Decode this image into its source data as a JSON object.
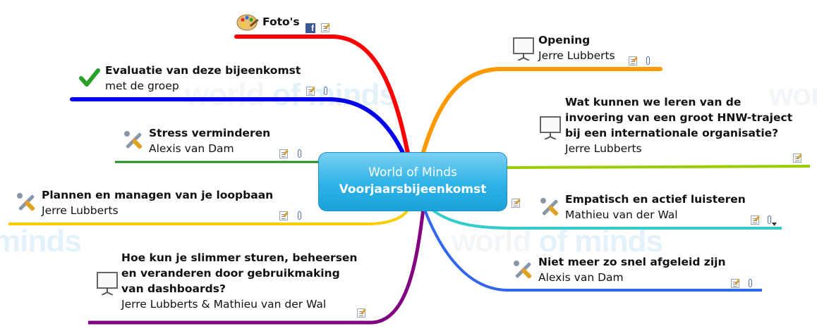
{
  "watermark": {
    "word1": "world",
    "word2": "of",
    "word3": "minds"
  },
  "central": {
    "line1": "World of Minds",
    "line2": "Voorjaarsbijeenkomst"
  },
  "topics": {
    "fotos": {
      "title": "Foto's",
      "icon": "palette-icon"
    },
    "evaluatie": {
      "title": "Evaluatie van deze bijeenkomst",
      "subtitle": "met de groep",
      "icon": "checkmark-icon"
    },
    "stress": {
      "title": "Stress verminderen",
      "subtitle": "Alexis van Dam",
      "icon": "tools-icon"
    },
    "loopbaan": {
      "title": "Plannen en managen van je loopbaan",
      "subtitle": "Jerre Lubberts",
      "icon": "tools-icon"
    },
    "dashboards": {
      "title1": "Hoe kun je slimmer sturen, beheersen",
      "title2": "en veranderen door gebruikmaking",
      "title3": "van dashboards?",
      "subtitle": "Jerre Lubberts & Mathieu van der Wal",
      "icon": "presentation-icon"
    },
    "opening": {
      "title": "Opening",
      "subtitle": "Jerre Lubberts",
      "icon": "presentation-icon"
    },
    "hnw": {
      "title1": "Wat kunnen we leren van de",
      "title2": "invoering van een groot HNW-traject",
      "title3": "bij een internationale organisatie?",
      "subtitle": "Jerre Lubberts",
      "icon": "presentation-icon"
    },
    "luisteren": {
      "title": "Empatisch en actief luisteren",
      "subtitle": "Mathieu van der Wal",
      "icon": "tools-icon"
    },
    "afgeleid": {
      "title": "Niet meer zo snel afgeleid zijn",
      "subtitle": "Alexis van Dam",
      "icon": "tools-icon"
    }
  },
  "branch_colors": {
    "fotos": "#ff0000",
    "evaluatie": "#0000ee",
    "stress": "#1f8a1f",
    "loopbaan": "#ffcc00",
    "dashboards": "#800080",
    "opening": "#ff9900",
    "hnw": "#99cc00",
    "luisteren": "#33cccc",
    "afgeleid": "#3366ee"
  },
  "facebook_icon_letter": "f"
}
